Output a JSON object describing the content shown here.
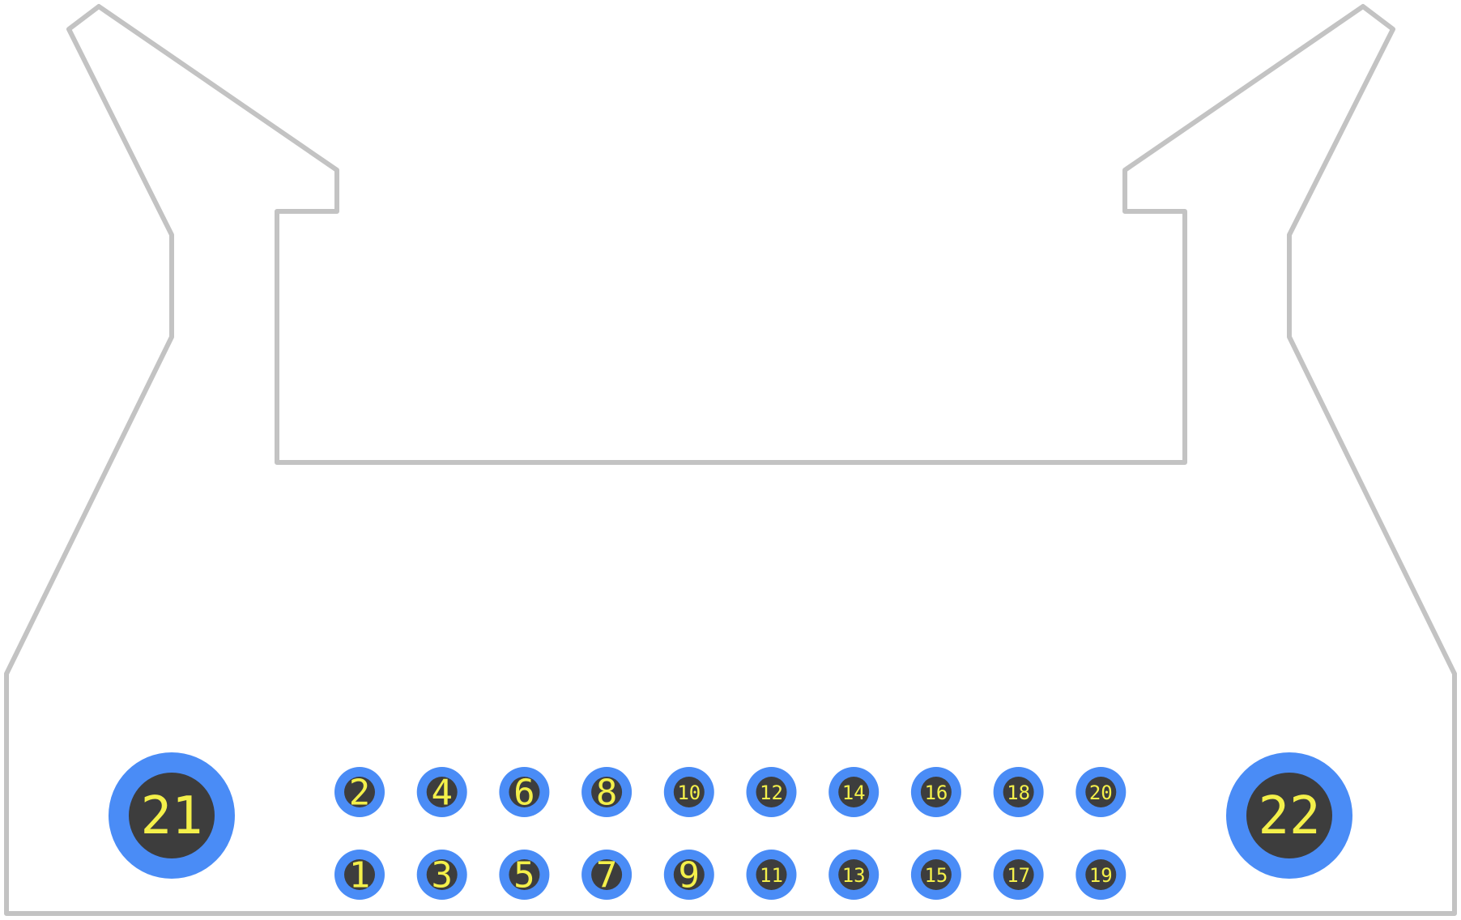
{
  "colors": {
    "outline": "#c3c3c3",
    "pad": "#4a8cf6",
    "hole": "#3d3d3d",
    "label": "#f4f04a",
    "background": "#ffffff"
  },
  "pads": {
    "top_row": [
      "2",
      "4",
      "6",
      "8",
      "10",
      "12",
      "14",
      "16",
      "18",
      "20"
    ],
    "bottom_row": [
      "1",
      "3",
      "5",
      "7",
      "9",
      "11",
      "13",
      "15",
      "17",
      "19"
    ],
    "mount_left": "21",
    "mount_right": "22"
  }
}
